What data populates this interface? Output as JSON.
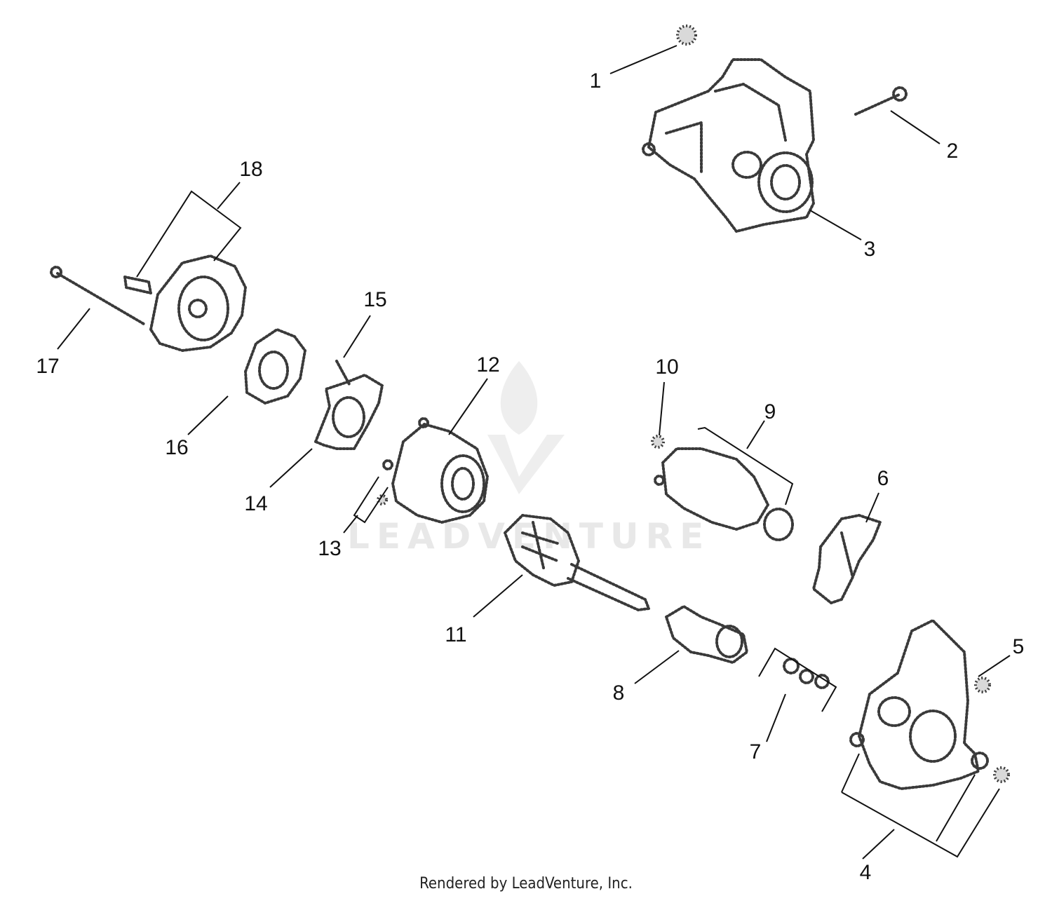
{
  "watermark": {
    "text": "LEADVENTURE"
  },
  "callouts": [
    "1",
    "2",
    "3",
    "4",
    "5",
    "6",
    "7",
    "8",
    "9",
    "10",
    "11",
    "12",
    "13",
    "14",
    "15",
    "16",
    "17",
    "18"
  ],
  "footer": "Rendered by LeadVenture, Inc."
}
